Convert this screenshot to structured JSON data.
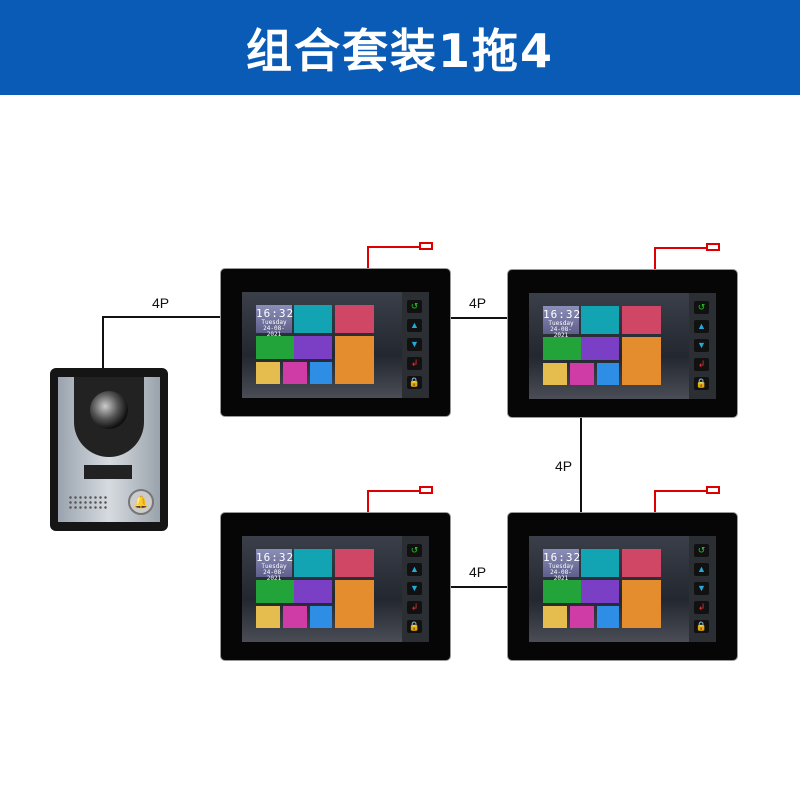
{
  "title": "组合套装1拖4",
  "cable_label": "4P",
  "screen": {
    "time": "16:32",
    "day": "Tuesday",
    "date": "24-08-2021"
  },
  "colors": {
    "header": "#0a5bb5",
    "power_cord": "#dd0000",
    "tiles": [
      "#13a4b4",
      "#d04766",
      "#22a43a",
      "#7a3fc4",
      "#e48d2e",
      "#e5bd4f",
      "#cf3ca6",
      "#2e8ee6"
    ]
  },
  "monitors": [
    {
      "id": 1
    },
    {
      "id": 2
    },
    {
      "id": 3
    },
    {
      "id": 4
    }
  ]
}
